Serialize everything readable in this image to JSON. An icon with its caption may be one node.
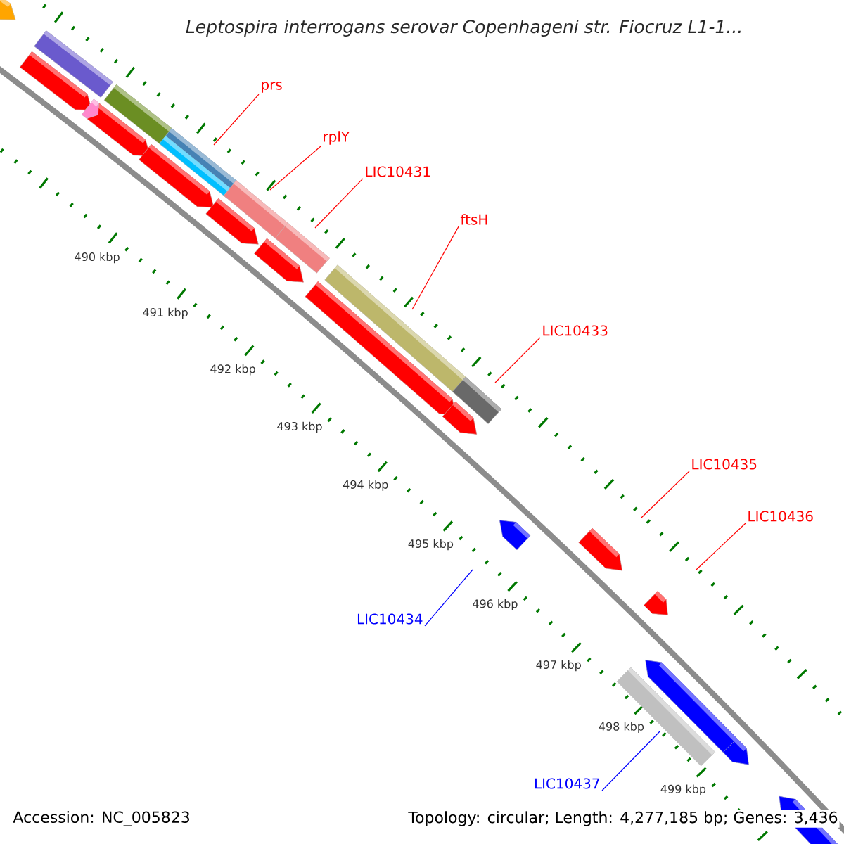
{
  "diagram": {
    "title": "Leptospira interrogans serovar Copenhageni str. Fiocruz L1-1...",
    "nodes": [
      {
        "text": [
          "prs"
        ]
      },
      {
        "text": [
          "rplY"
        ]
      },
      {
        "text": [
          "LIC10431"
        ]
      },
      {
        "text": [
          "ftsH"
        ]
      },
      {
        "text": [
          "LIC10433"
        ]
      },
      {
        "text": [
          "LIC10435"
        ]
      },
      {
        "text": [
          "LIC10436"
        ]
      },
      {
        "text": [
          "LIC10434"
        ]
      },
      {
        "text": [
          "LIC10437"
        ]
      }
    ],
    "edges": [
      {
        "from": 0,
        "to": null,
        "arrow": "none"
      },
      {
        "from": 1,
        "to": null,
        "arrow": "none"
      },
      {
        "from": 2,
        "to": null,
        "arrow": "none"
      },
      {
        "from": 3,
        "to": null,
        "arrow": "none"
      },
      {
        "from": 4,
        "to": null,
        "arrow": "none"
      },
      {
        "from": 5,
        "to": null,
        "arrow": "none"
      },
      {
        "from": 6,
        "to": null,
        "arrow": "none"
      },
      {
        "from": 7,
        "to": null,
        "arrow": "none",
        "color": "#0000ff"
      },
      {
        "from": 8,
        "to": null,
        "arrow": "none",
        "color": "#0000ff"
      }
    ],
    "labels": [
      "490 kbp",
      "491 kbp",
      "492 kbp",
      "493 kbp",
      "494 kbp",
      "495 kbp",
      "496 kbp",
      "497 kbp",
      "498 kbp",
      "499 kbp",
      "Accession: NC_005823",
      "Topology: circular; Length: 4,277,185 bp; Genes: 3,436"
    ]
  }
}
